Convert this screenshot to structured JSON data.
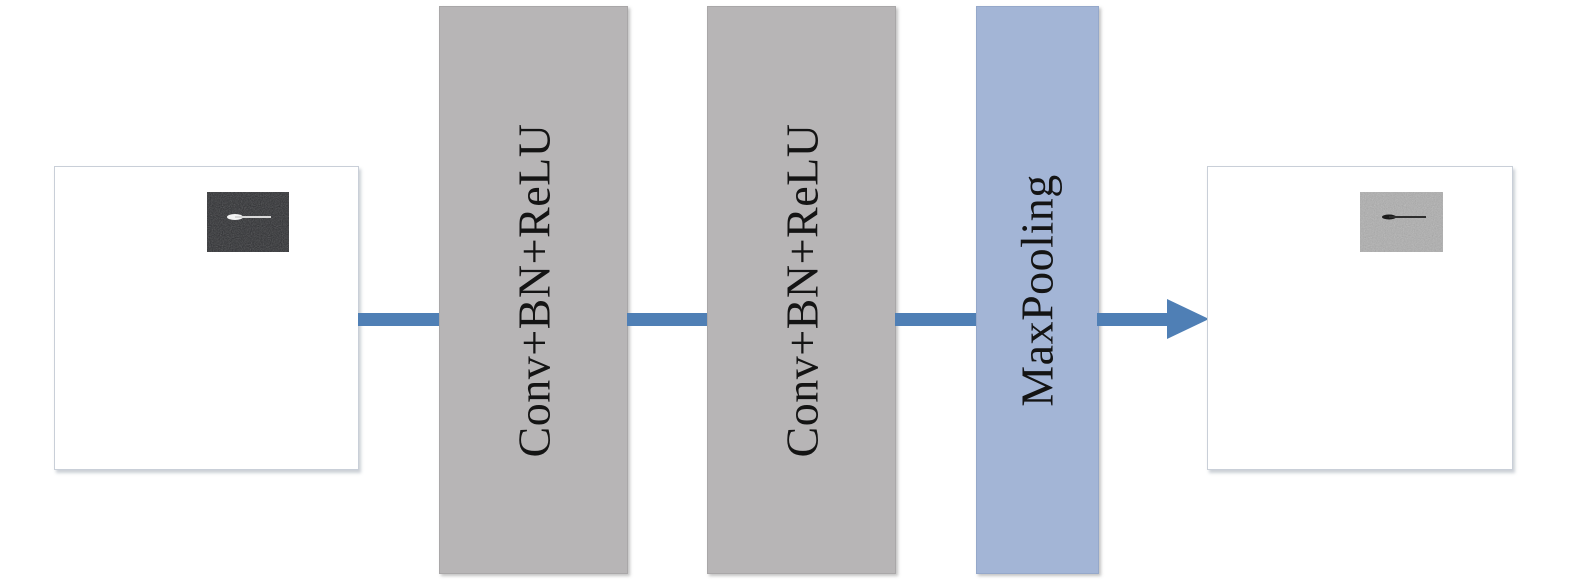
{
  "diagram": {
    "stages": [
      {
        "label": "Conv+BN+ReLU"
      },
      {
        "label": "Conv+BN+ReLU"
      },
      {
        "label": "MaxPooling"
      }
    ],
    "colors": {
      "conv_block": "#b7b5b6",
      "pool_block": "#a3b5d6",
      "arrow": "#4f7fb5",
      "input_patch": "#2b2b2d",
      "output_patch": "#a8a8a8"
    }
  }
}
